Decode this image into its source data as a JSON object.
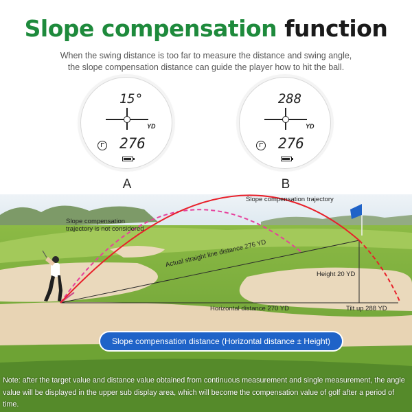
{
  "header": {
    "title_green": "Slope compensation",
    "title_dark": "function",
    "subtitle_line1": "When the swing distance is too far to measure the distance and swing angle,",
    "subtitle_line2": "the slope compensation distance can guide the player how to hit the ball."
  },
  "displays": [
    {
      "label": "A",
      "top_value": "15°",
      "unit": "YD",
      "bottom_value": "276"
    },
    {
      "label": "B",
      "top_value": "288",
      "unit": "YD",
      "bottom_value": "276"
    }
  ],
  "diagram": {
    "slope_trajectory_label": "Slope compensation trajectory",
    "no_slope_label_line1": "Slope compensation",
    "no_slope_label_line2": "trajectory is not considered",
    "straight_line_label": "Actual straight line distance 276 YD",
    "height_label": "Height 20 YD",
    "horizontal_label": "Horizontal distance 270 YD",
    "tilt_label": "Tilt up 288 YD",
    "colors": {
      "slope_curve": "#e8202a",
      "no_slope_curve": "#e6419c",
      "grass": "#7cae3c",
      "sand": "#ead9bc",
      "sky": "#dfe9f1"
    }
  },
  "formula_label": "Slope compensation distance (Horizontal distance ± Height)",
  "note": "Note: after the target value and distance value obtained from continuous measurement and single measurement, the angle value will be displayed in the upper sub display area, which will become the compensation value of golf after a period of time."
}
